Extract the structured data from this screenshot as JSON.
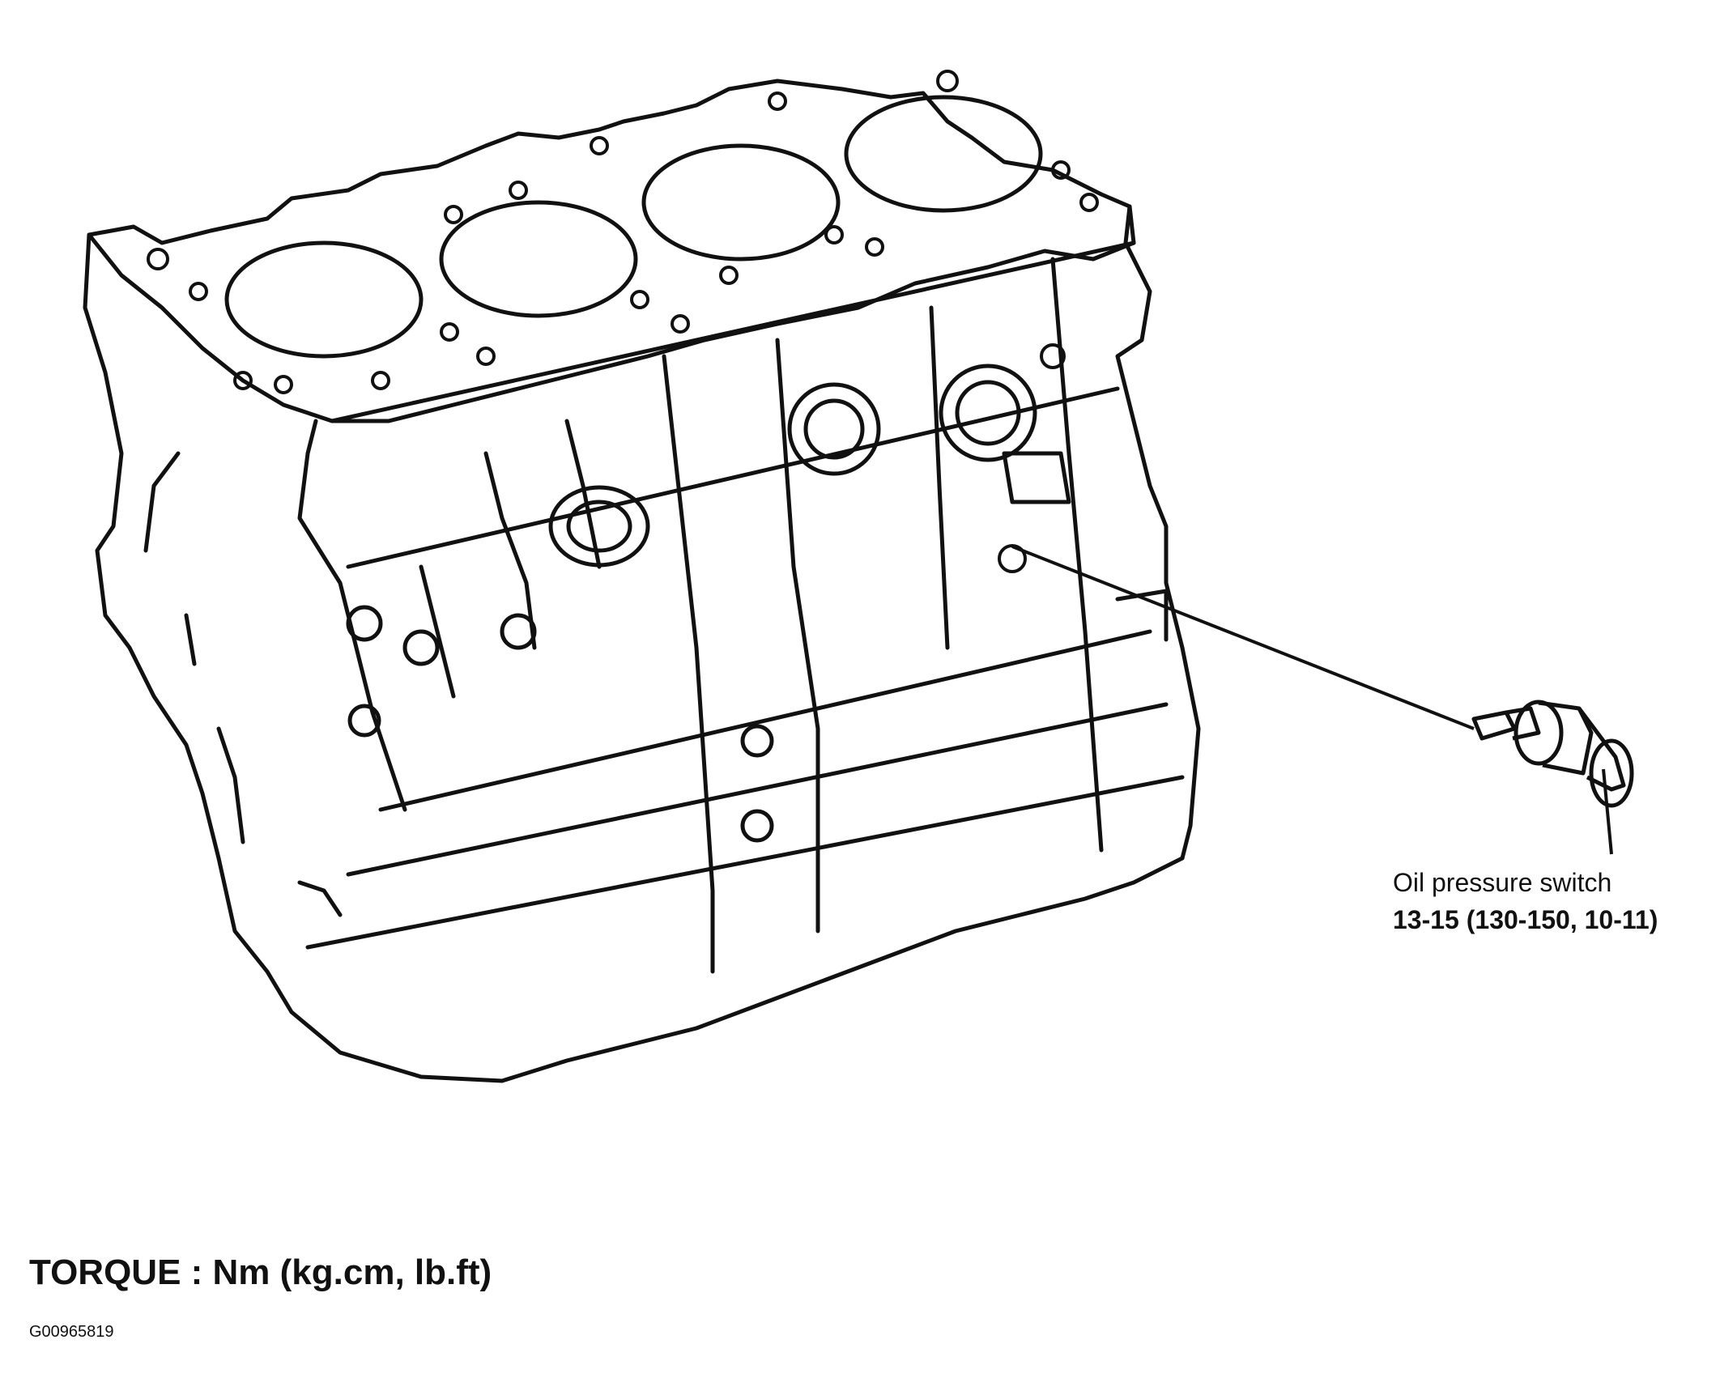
{
  "callout": {
    "part_name": "Oil pressure switch",
    "torque_value": "13-15 (130-150, 10-11)"
  },
  "legend": {
    "torque_units": "TORQUE : Nm (kg.cm, lb.ft)"
  },
  "figure_id": "G00965819",
  "colors": {
    "line": "#111111",
    "background": "#ffffff"
  },
  "icons": [
    "engine-block-illustration",
    "oil-pressure-switch-illustration",
    "leader-line"
  ]
}
